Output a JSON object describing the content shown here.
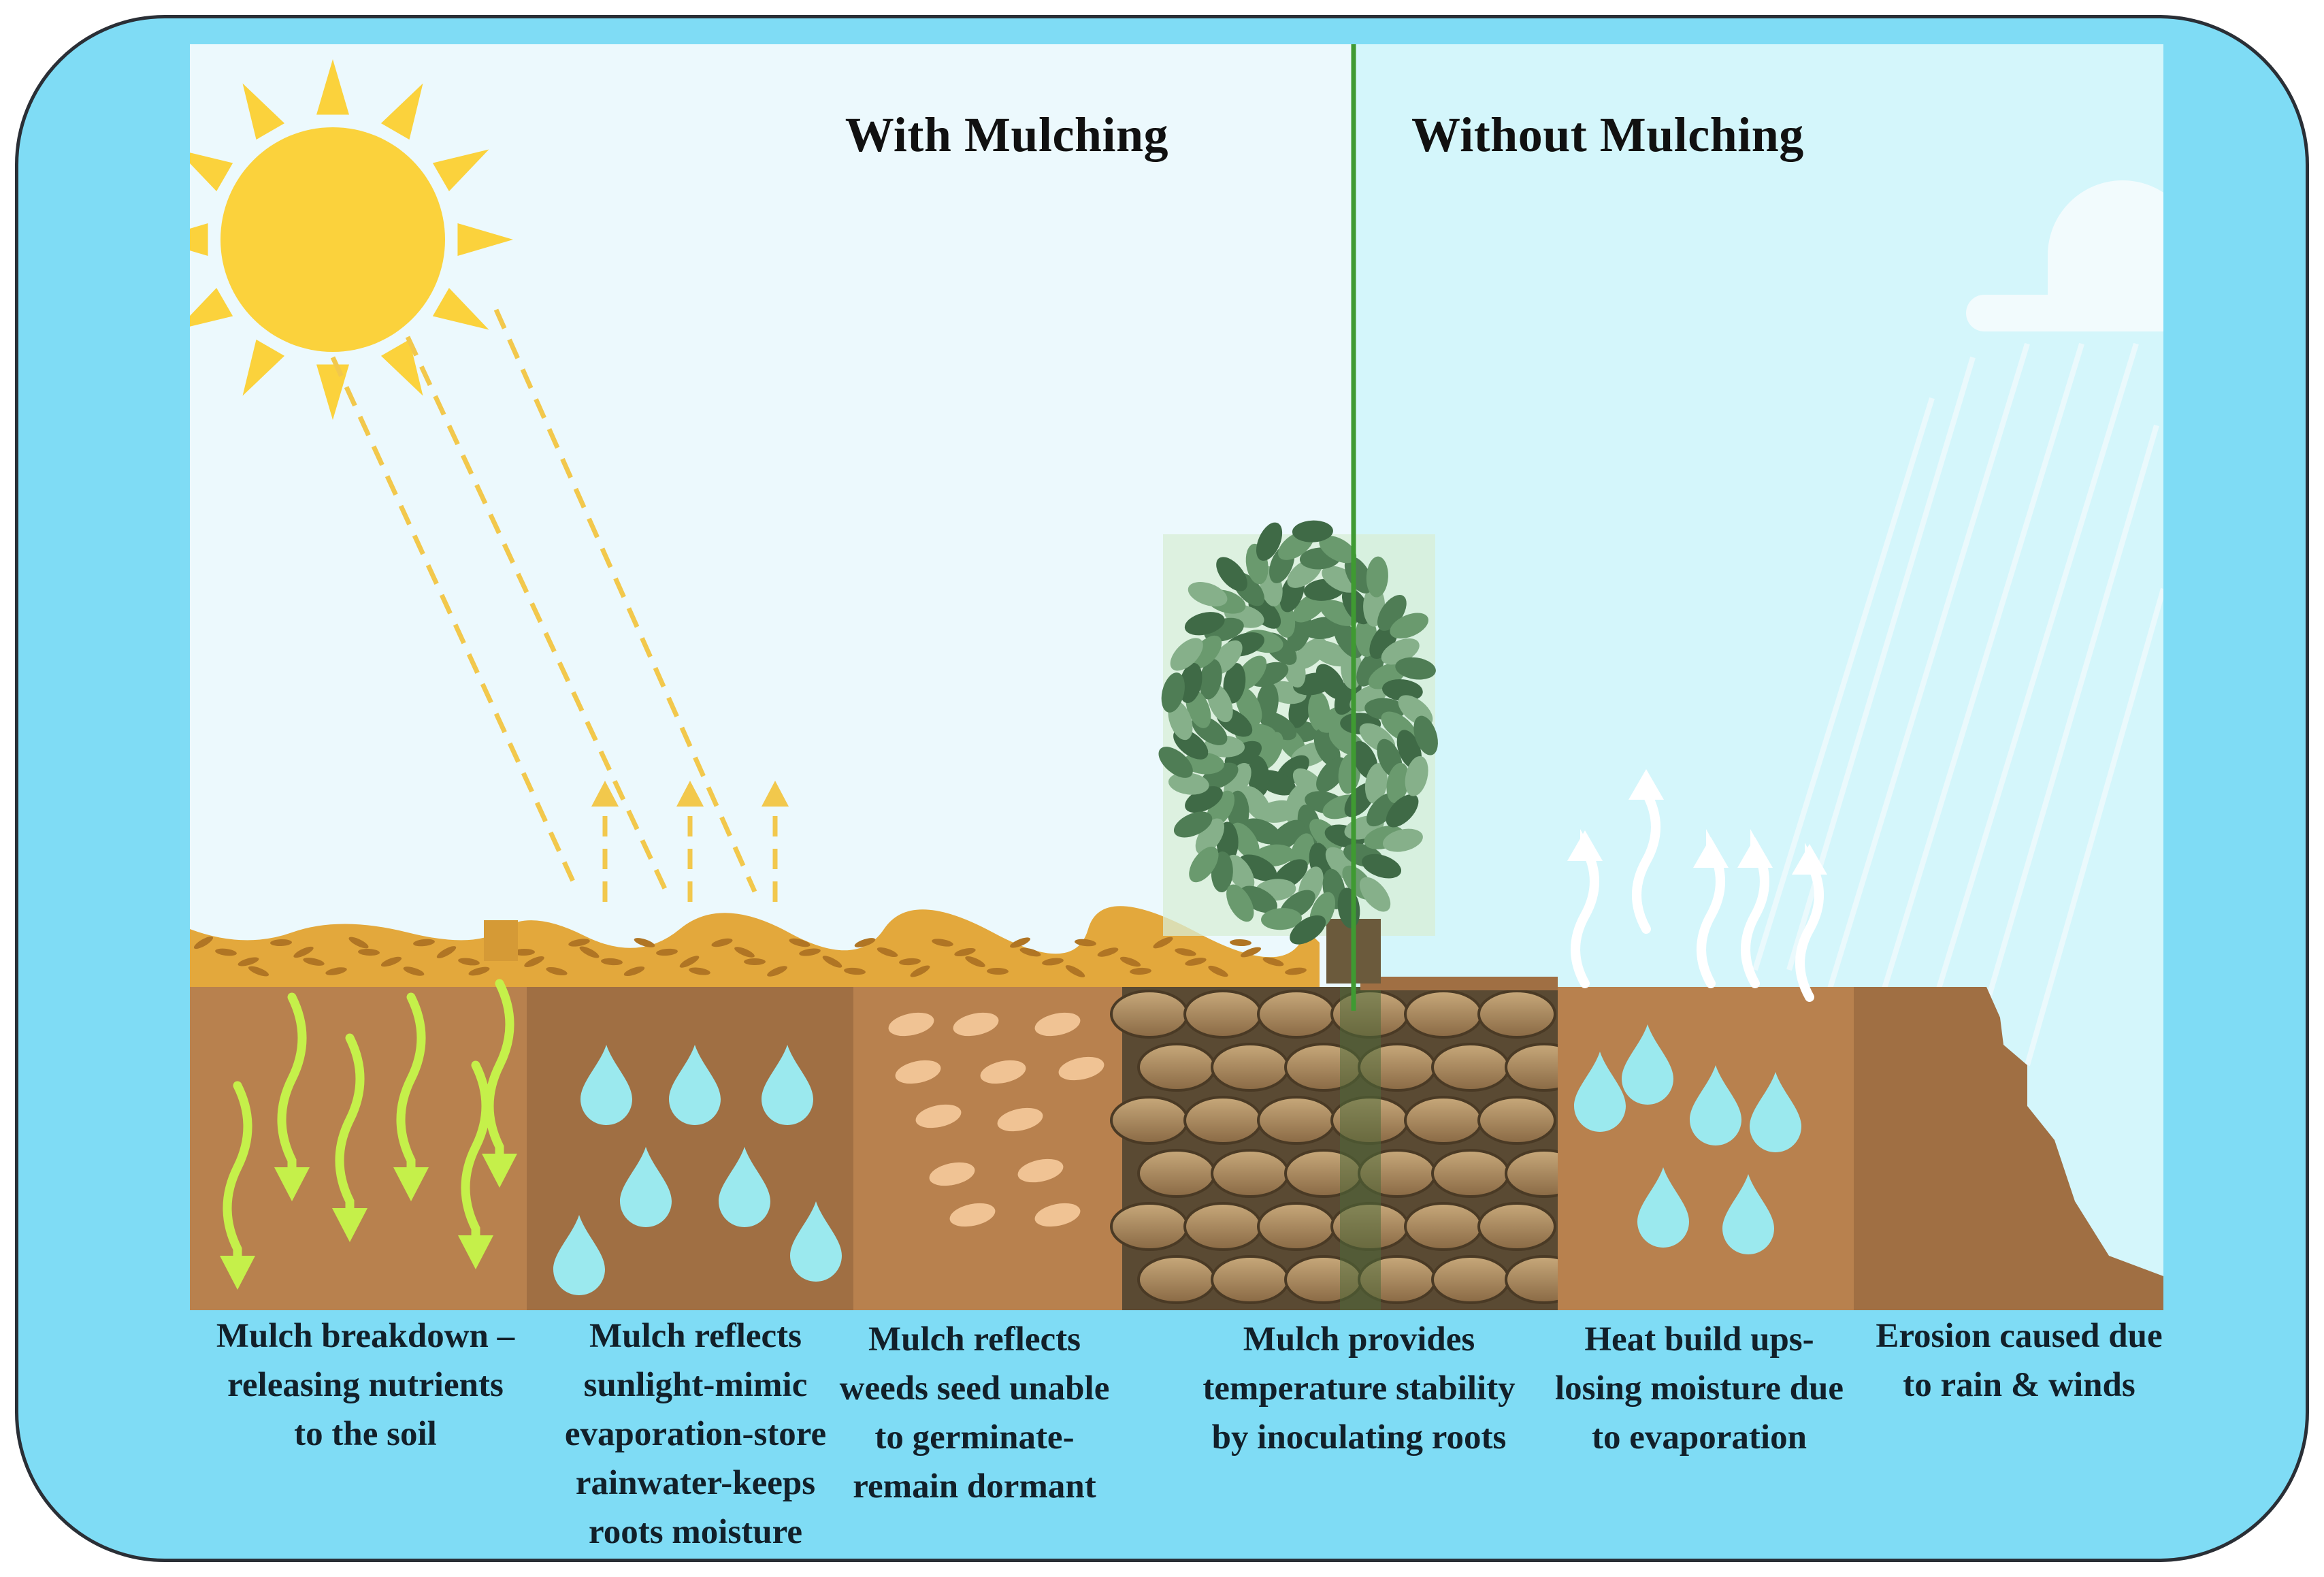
{
  "headings": {
    "with_mulching": "With Mulching",
    "without_mulching": "Without Mulching"
  },
  "captions": [
    {
      "id": "nutrients",
      "lines": [
        "Mulch breakdown –",
        "releasing nutrients",
        "to the soil"
      ]
    },
    {
      "id": "moisture",
      "lines": [
        "Mulch reflects",
        "sunlight-mimic",
        "evaporation-store",
        "rainwater-keeps",
        "roots moisture"
      ]
    },
    {
      "id": "weeds",
      "lines": [
        "Mulch reflects",
        "weeds seed unable",
        "to germinate-",
        "remain dormant"
      ]
    },
    {
      "id": "temperature",
      "lines": [
        "Mulch provides",
        "temperature stability",
        "by inoculating roots"
      ]
    },
    {
      "id": "heat",
      "lines": [
        "Heat build ups-",
        "losing moisture due",
        "to evaporation"
      ]
    },
    {
      "id": "erosion",
      "lines": [
        "Erosion caused due",
        "to rain & winds"
      ]
    }
  ],
  "icons": [
    "sun-icon",
    "cloud-icon",
    "rain-icon",
    "plant-icon",
    "water-drop-icon",
    "seed-icon",
    "nutrient-arrow-icon",
    "vapor-arrow-icon",
    "reflected-ray-icon"
  ],
  "colors": {
    "frame": "#7fdcf5",
    "sky_with": "#ecf9fd",
    "sky_without": "#d4f6fb",
    "sun": "#fbd23c",
    "mulch": "#e3a83c",
    "soil": "#b8814e",
    "soil_dark": "#a06f43",
    "water_drop": "#9be9ee",
    "nutrient_arrow": "#c5f04a",
    "divider": "#3f9a32"
  }
}
